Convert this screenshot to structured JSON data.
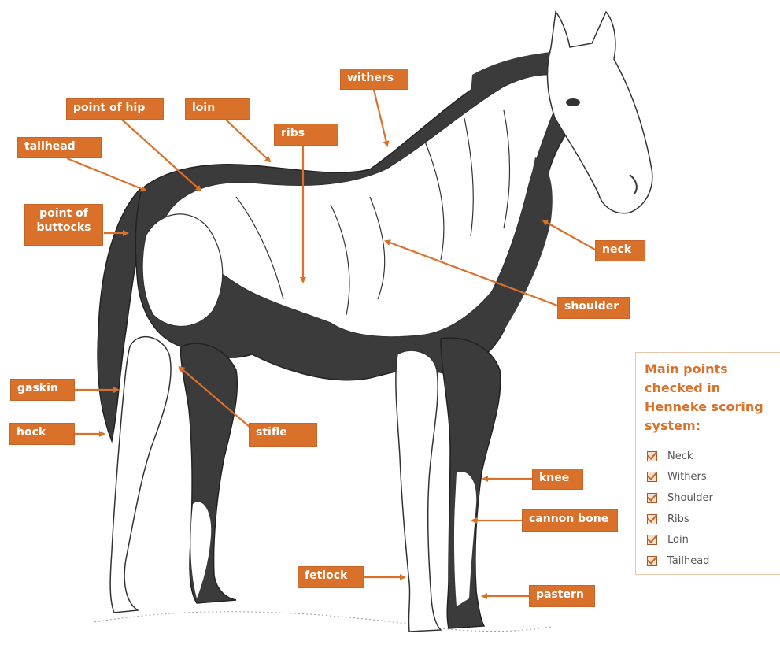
{
  "labels": {
    "withers": "withers",
    "point_of_hip": "point of hip",
    "loin": "loin",
    "ribs": "ribs",
    "tailhead": "tailhead",
    "point_of_buttocks": "point of buttocks",
    "neck": "neck",
    "shoulder": "shoulder",
    "gaskin": "gaskin",
    "hock": "hock",
    "stifle": "stifle",
    "knee": "knee",
    "cannon_bone": "cannon bone",
    "fetlock": "fetlock",
    "pastern": "pastern"
  },
  "legend": {
    "title": "Main points checked in Henneke scoring system:",
    "items": [
      "Neck",
      "Withers",
      "Shoulder",
      "Ribs",
      "Loin",
      "Tailhead"
    ]
  },
  "colors": {
    "label_bg": "#d9712a",
    "arrow": "#d9712a",
    "horse_dark": "#3b3b3b",
    "horse_light": "#ffffff"
  }
}
